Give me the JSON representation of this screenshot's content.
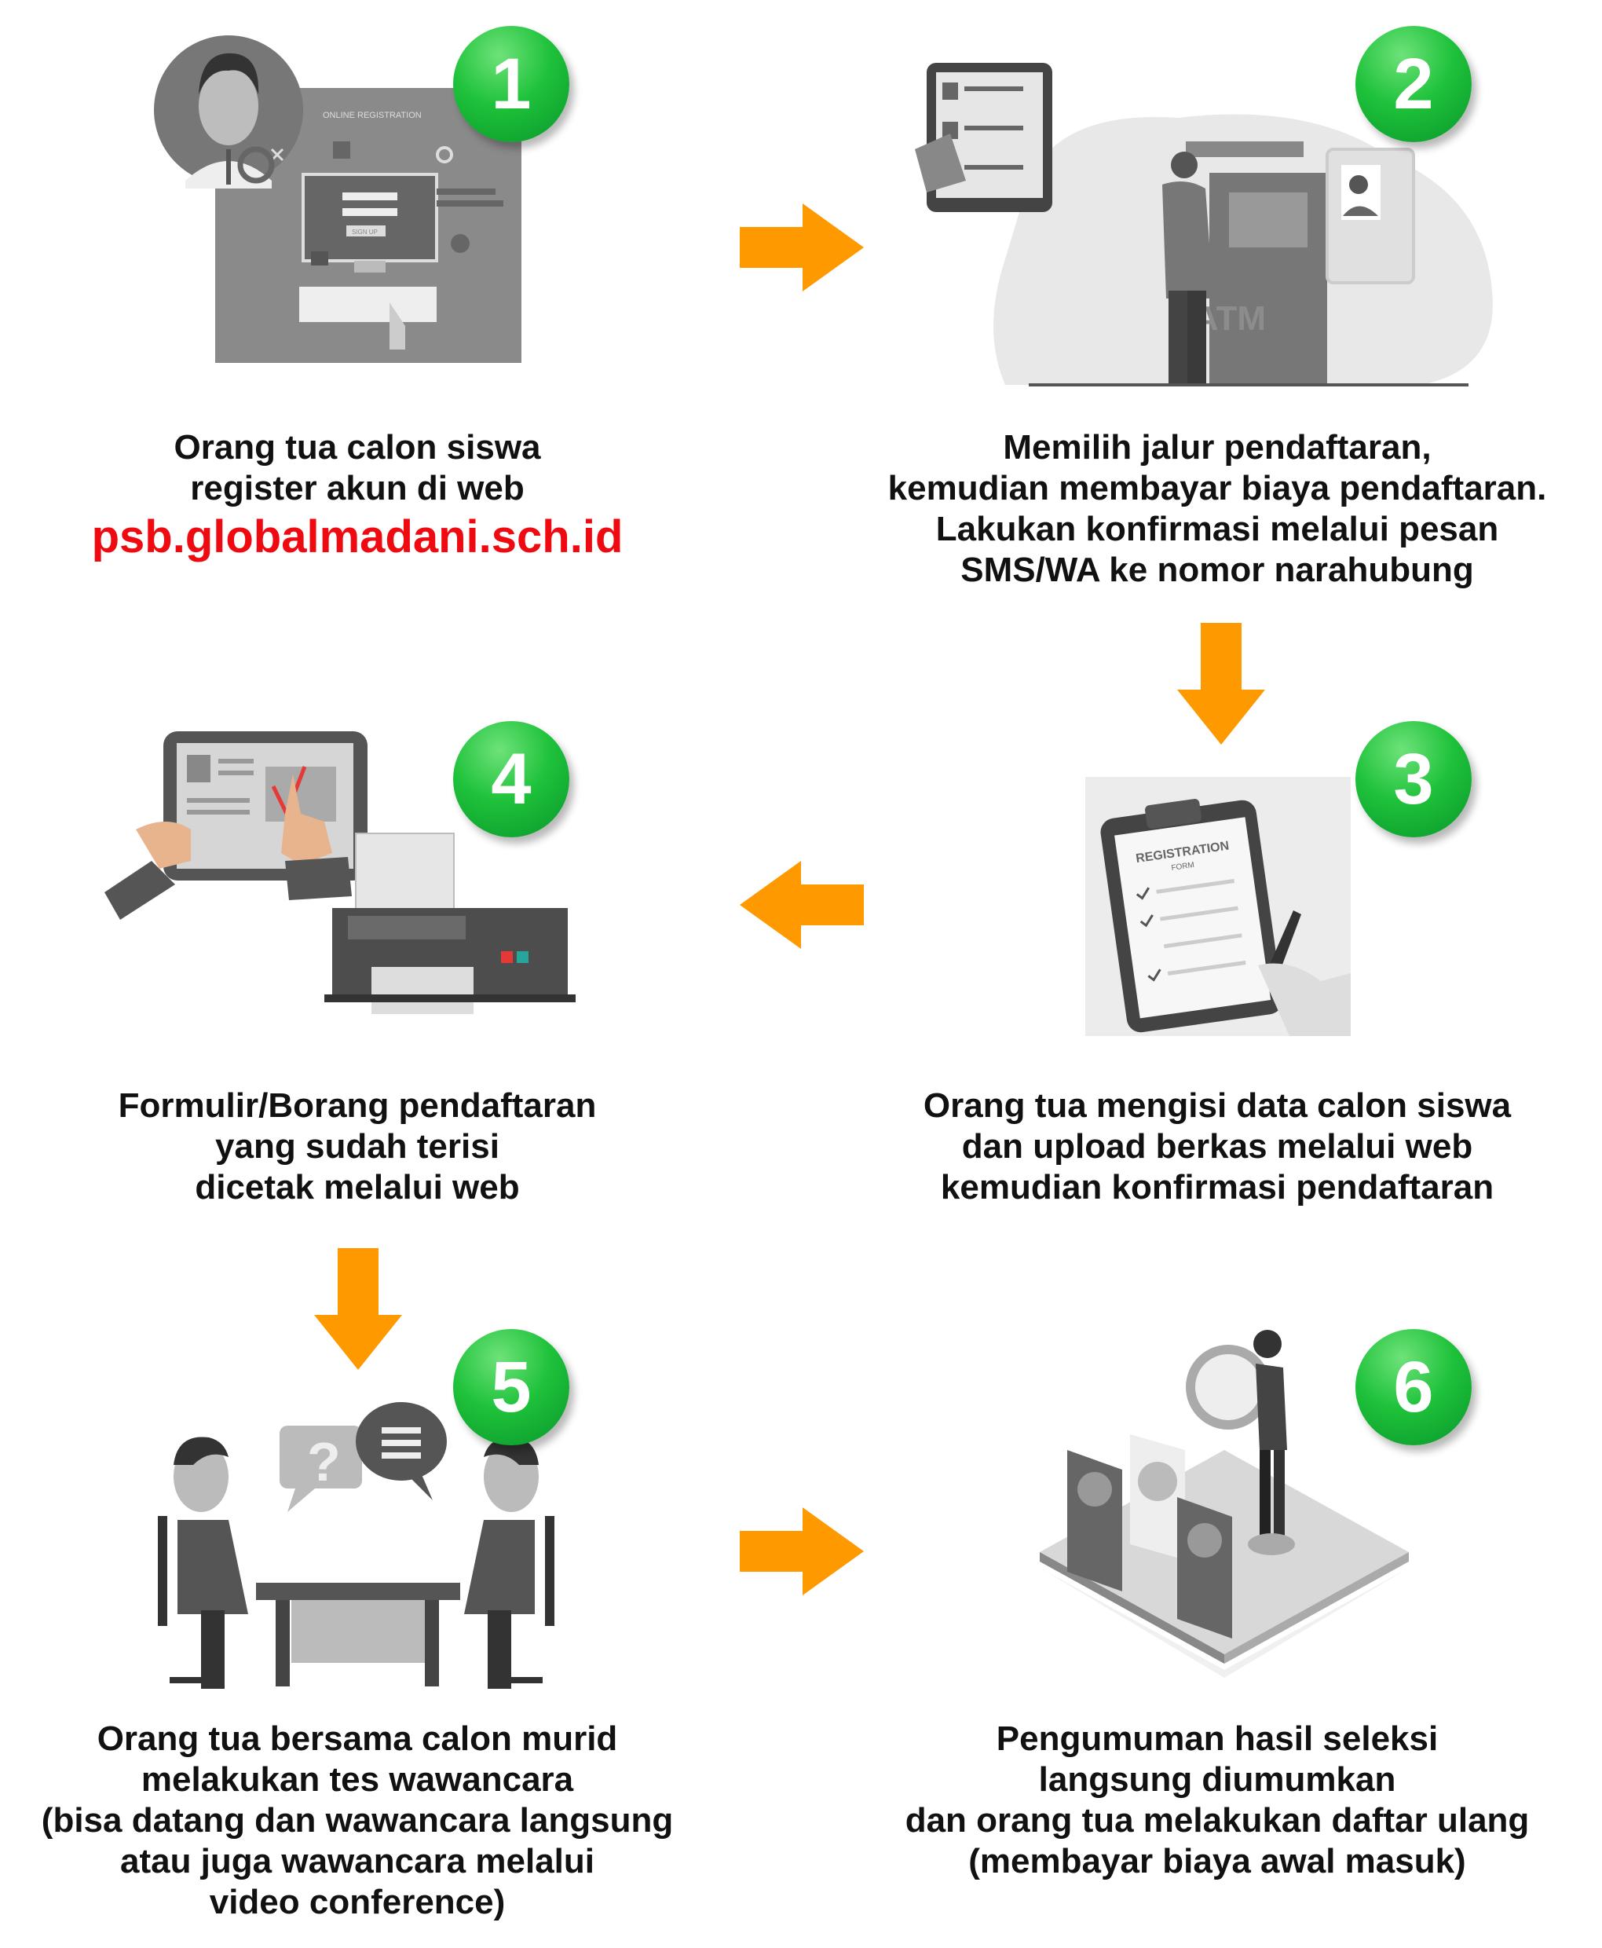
{
  "colors": {
    "arrow": "#ff9900",
    "badge": "#12b334",
    "url": "#ee0a10",
    "text": "#111111"
  },
  "steps": [
    {
      "number": "1",
      "lines": [
        "Orang tua calon siswa",
        "register akun di web"
      ],
      "link": "psb.globalmadani.sch.id",
      "illustration": {
        "title": "ONLINE REGISTRATION",
        "button": "SIGN UP"
      }
    },
    {
      "number": "2",
      "lines": [
        "Memilih jalur pendaftaran,",
        "kemudian membayar biaya pendaftaran.",
        "Lakukan konfirmasi melalui pesan",
        "SMS/WA ke nomor narahubung"
      ],
      "illustration": {
        "atm": "ATM"
      }
    },
    {
      "number": "3",
      "lines": [
        "Orang tua mengisi data calon siswa",
        "dan upload berkas melalui web",
        "kemudian konfirmasi pendaftaran"
      ],
      "illustration": {
        "title": "REGISTRATION",
        "subtitle": "FORM"
      }
    },
    {
      "number": "4",
      "lines": [
        "Formulir/Borang pendaftaran",
        "yang sudah terisi",
        "dicetak melalui web"
      ]
    },
    {
      "number": "5",
      "lines": [
        "Orang tua bersama calon murid",
        "melakukan tes wawancara",
        "(bisa datang dan wawancara langsung",
        "atau juga wawancara melalui",
        "video conference)"
      ],
      "illustration": {
        "bubble": "?"
      }
    },
    {
      "number": "6",
      "lines": [
        "Pengumuman hasil seleksi",
        "langsung diumumkan",
        "dan orang tua melakukan daftar ulang",
        "(membayar biaya awal masuk)"
      ]
    }
  ]
}
